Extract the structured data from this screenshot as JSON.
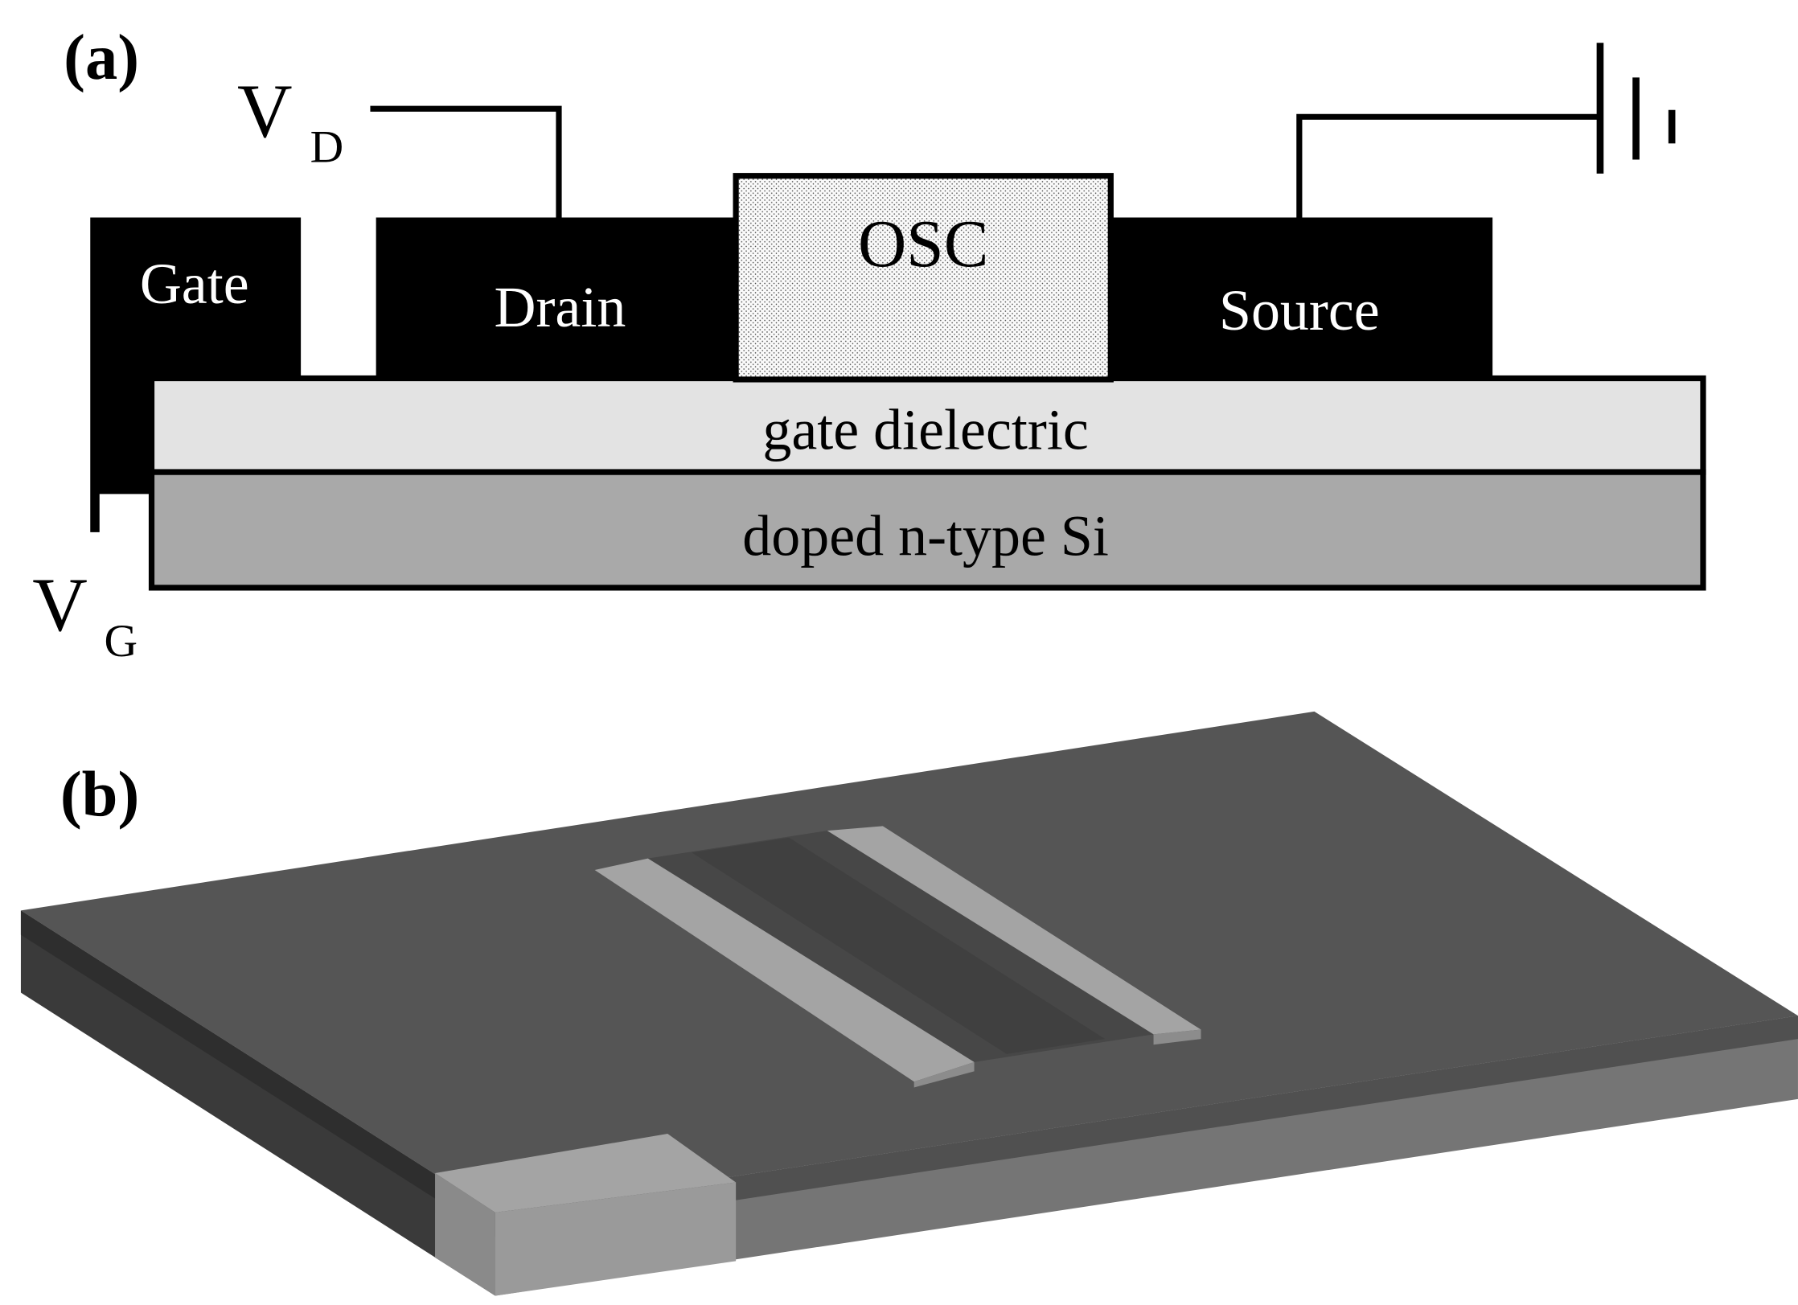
{
  "panel_a": {
    "label": "(a)",
    "gate_label": "Gate",
    "drain_label": "Drain",
    "source_label": "Source",
    "osc_label": "OSC",
    "dielectric_label": "gate dielectric",
    "substrate_label": "doped n-type Si",
    "vd_main": "V",
    "vd_sub": "D",
    "vg_main": "V",
    "vg_sub": "G"
  },
  "panel_b": {
    "label": "(b)"
  },
  "colors": {
    "electrode": "#000000",
    "dielectric": "#e3e3e3",
    "substrate": "#a9a9a9",
    "osc": "#fafafa",
    "chip_top": "#555555",
    "chip_front": "#757575",
    "chip_left": "#3a3a3a",
    "contact_light": "#a4a4a4",
    "channel_dark": "#474747"
  }
}
